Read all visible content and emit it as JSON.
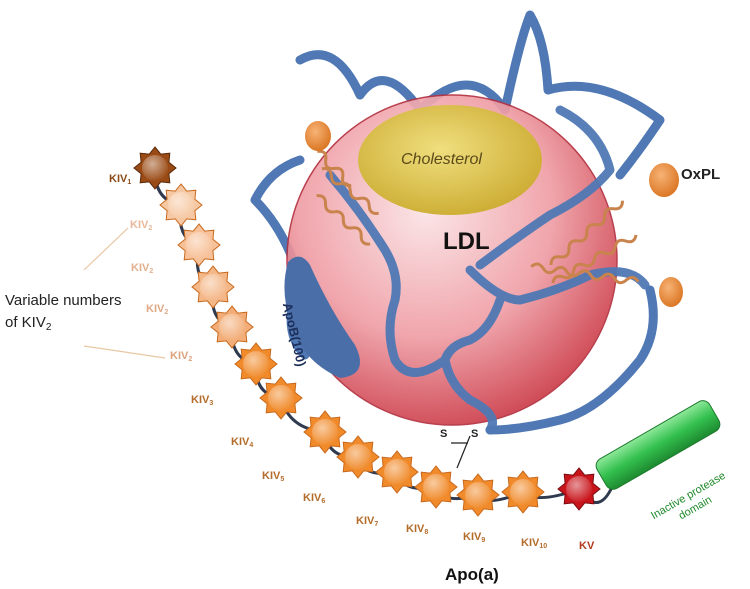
{
  "labels": {
    "cholesterol": "Cholesterol",
    "ldl": "LDL",
    "oxpl": "OxPL",
    "apob": "ApoB(100)",
    "variable_line1": "Variable numbers",
    "variable_line2": "of KIV",
    "variable_sub": "2",
    "ss_left": "S",
    "ss_right": "S",
    "protease_line1": "Inactive protease",
    "protease_line2": "domain",
    "apoa": "Apo(a)"
  },
  "kringles": [
    {
      "base": "KIV",
      "sub": "1"
    },
    {
      "base": "KIV",
      "sub": "2"
    },
    {
      "base": "KIV",
      "sub": "2"
    },
    {
      "base": "KIV",
      "sub": "2"
    },
    {
      "base": "KIV",
      "sub": "2"
    },
    {
      "base": "KIV",
      "sub": "3"
    },
    {
      "base": "KIV",
      "sub": "4"
    },
    {
      "base": "KIV",
      "sub": "5"
    },
    {
      "base": "KIV",
      "sub": "6"
    },
    {
      "base": "KIV",
      "sub": "7"
    },
    {
      "base": "KIV",
      "sub": "8"
    },
    {
      "base": "KIV",
      "sub": "9"
    },
    {
      "base": "KIV",
      "sub": "10"
    }
  ],
  "kv": {
    "label": "KV"
  },
  "colors": {
    "kiv1": "#9a4a14",
    "kiv2": "#f6c9a4",
    "kiv_mid": "#f08a2a",
    "kv": "#c8151b",
    "ldl_sphere": "#e8838e",
    "cholesterol": "#d9c13a",
    "apob": "#4a6fa8",
    "protease": "#2fb84a",
    "oxpl": "#e8893a"
  }
}
